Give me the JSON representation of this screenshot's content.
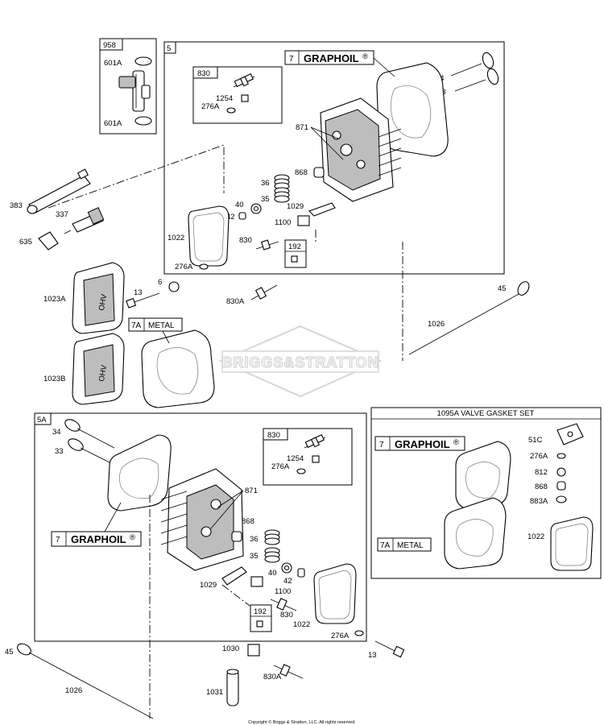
{
  "watermark": "BRIGGS&STRATTON",
  "copyright": "Copyright © Briggs & Stratton, LLC. All rights reserved.",
  "boxes": {
    "b958": "958",
    "b5": "5",
    "b830_top": "830",
    "b192_top": "192",
    "b5A": "5A",
    "b830_bot": "830",
    "b192_bot": "192",
    "gasket_set_title": "1095A VALVE GASKET SET"
  },
  "materials": {
    "graphoil_num": "7",
    "graphoil_text": "GRAPHOIL",
    "graphoil_mark": "®",
    "metal_num": "7A",
    "metal_text": "METAL"
  },
  "labels": {
    "l601a_1": "601A",
    "l601a_2": "601A",
    "l383": "383",
    "l337": "337",
    "l635": "635",
    "l1023a": "1023A",
    "l1023b": "1023B",
    "l13_top": "13",
    "l6": "6",
    "l830a_top": "830A",
    "l1254_top": "1254",
    "l276a_t1": "276A",
    "l871_top": "871",
    "l868_top": "868",
    "l36_top": "36",
    "l35_top": "35",
    "l40_top": "40",
    "l42_top": "42",
    "l1029_top": "1029",
    "l1100_top": "1100",
    "l830_top": "830",
    "l1022_top": "1022",
    "l276a_t2": "276A",
    "l34_top": "34",
    "l33_top": "33",
    "l45_top": "45",
    "l1026_top": "1026",
    "l34_bot": "34",
    "l33_bot": "33",
    "l1254_bot": "1254",
    "l276a_b1": "276A",
    "l871_bot": "871",
    "l868_bot": "868",
    "l36_bot": "36",
    "l35_bot": "35",
    "l40_bot": "40",
    "l42_bot": "42",
    "l1029_bot": "1029",
    "l1100_bot": "1100",
    "l830_bot": "830",
    "l1022_bot": "1022",
    "l276a_b2": "276A",
    "l13_bot": "13",
    "l45_bot": "45",
    "l1026_bot": "1026",
    "l1030": "1030",
    "l830a_bot": "830A",
    "l1031": "1031",
    "l51c": "51C",
    "l276a_s": "276A",
    "l812": "812",
    "l868_s": "868",
    "l883a": "883A",
    "l1022_s": "1022"
  }
}
